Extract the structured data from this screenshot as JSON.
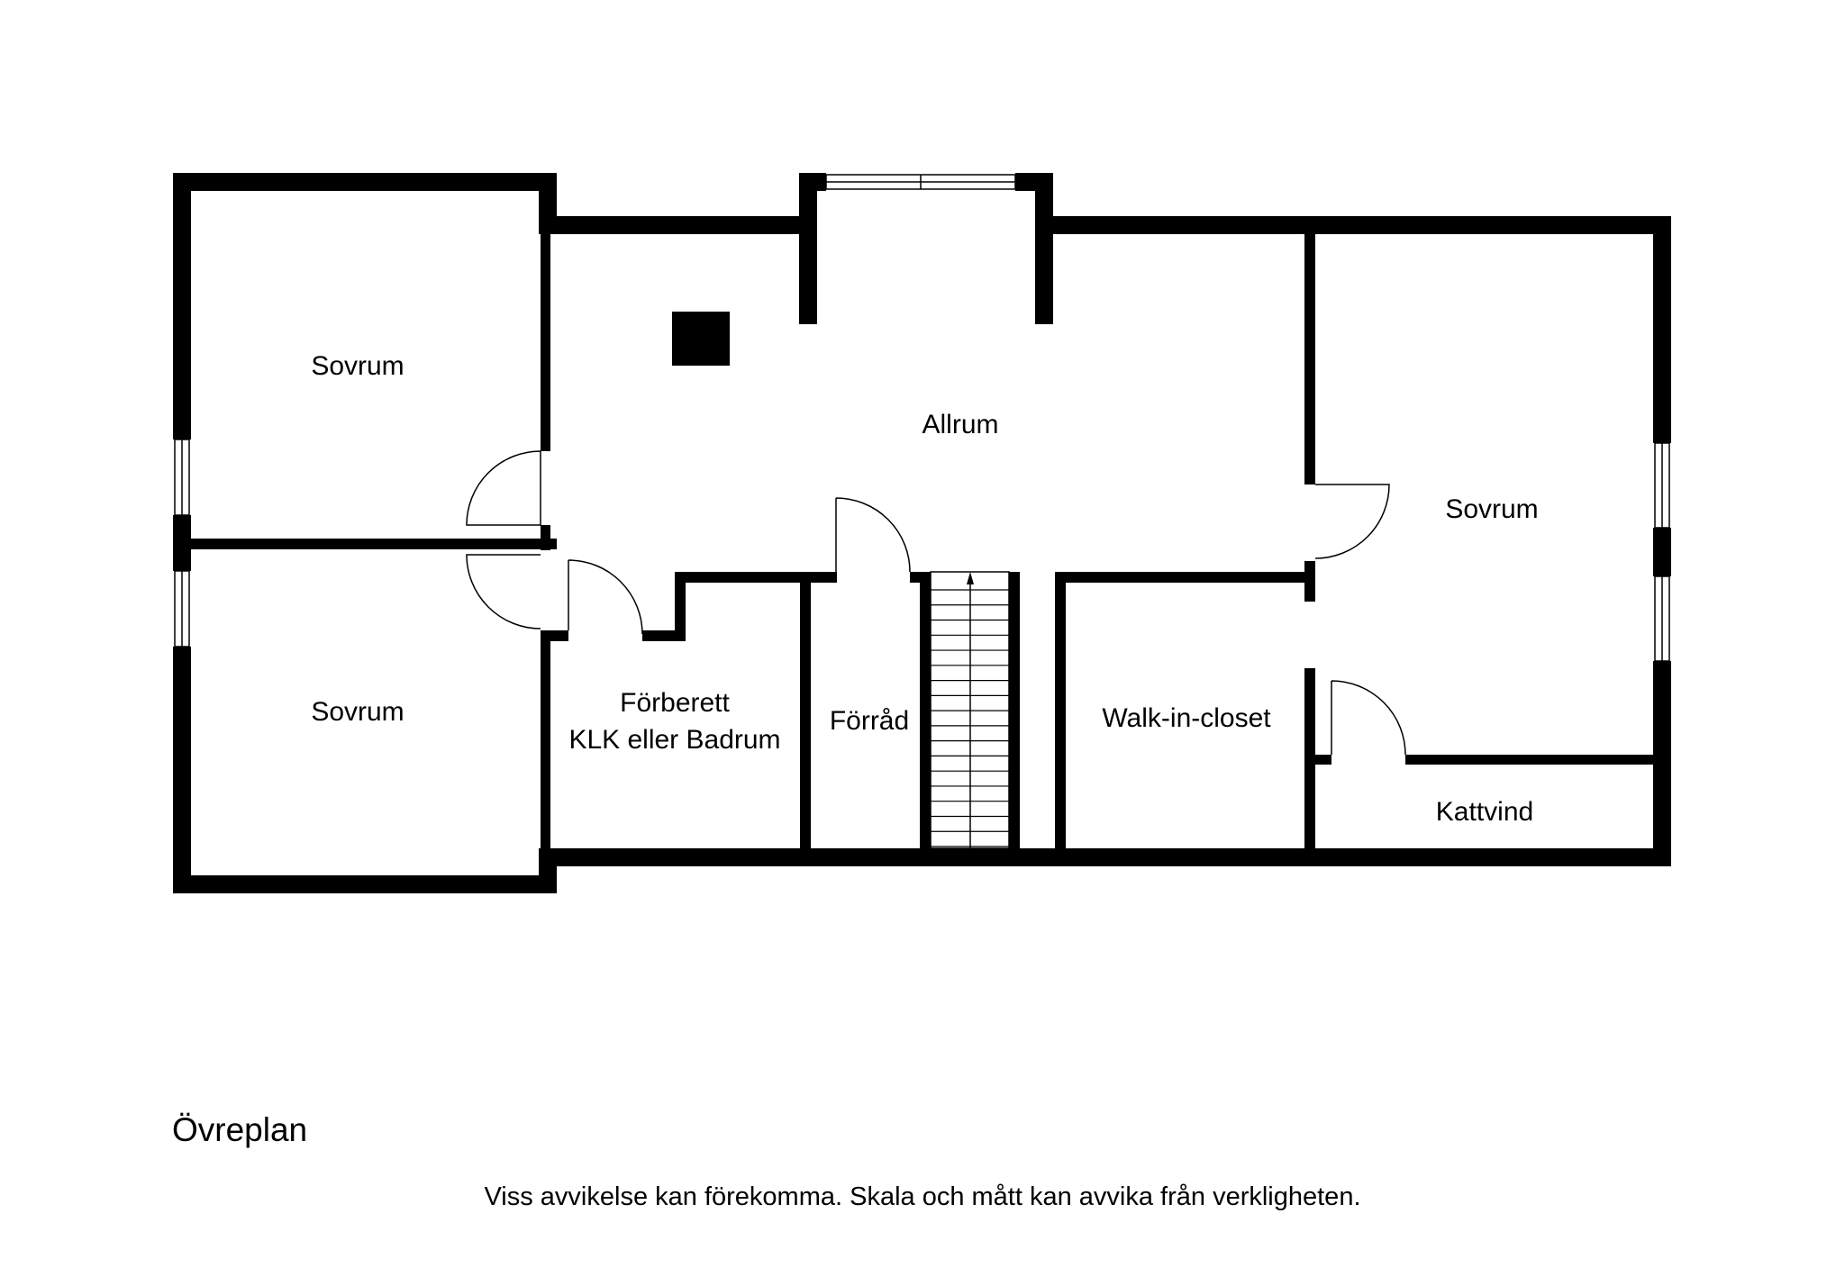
{
  "plan_title": "Övreplan",
  "disclaimer": "Viss avvikelse kan förekomma. Skala och mått kan avvika från verkligheten.",
  "colors": {
    "wall": "#000000",
    "background": "#ffffff"
  },
  "rooms": {
    "sovrum_top_left": "Sovrum",
    "sovrum_bottom_left": "Sovrum",
    "allrum": "Allrum",
    "forberett_line1": "Förberett",
    "forberett_line2": "KLK eller Badrum",
    "forrad": "Förråd",
    "walk_in_closet": "Walk-in-closet",
    "sovrum_right": "Sovrum",
    "kattvind": "Kattvind"
  }
}
